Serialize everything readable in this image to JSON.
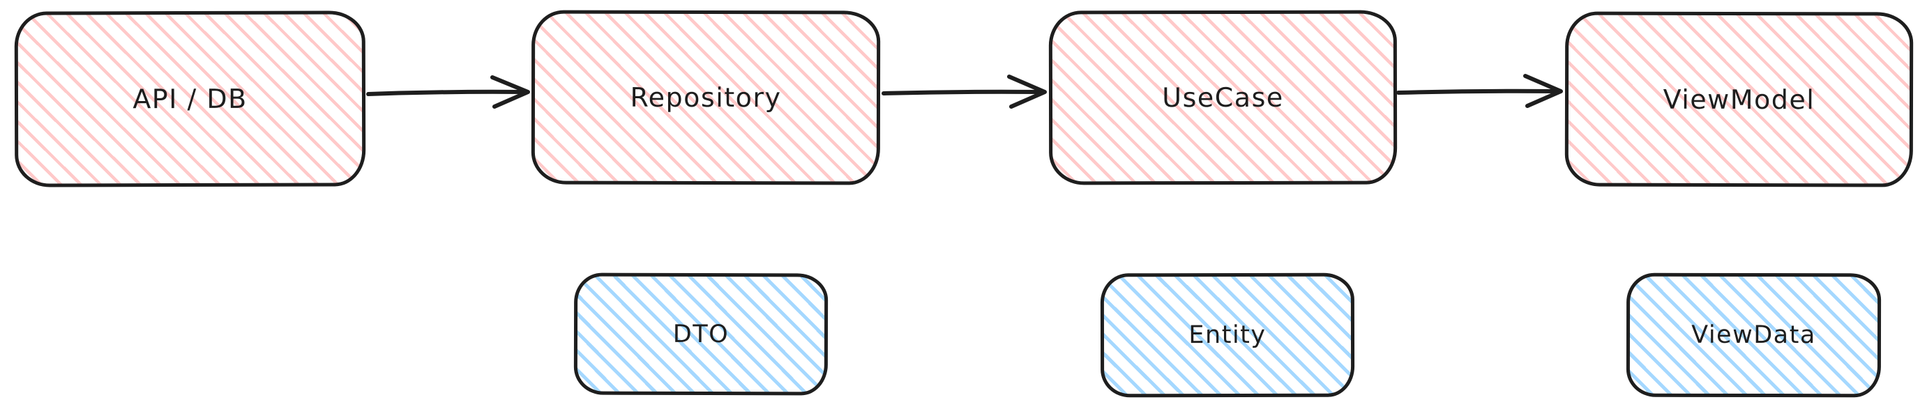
{
  "diagram": {
    "background_color": "#ffffff",
    "stroke_color": "#1e1e1e",
    "red_fill": "#ffc9c9",
    "blue_fill": "#a5d8ff",
    "flow_nodes": [
      {
        "id": "api-db",
        "label": "API / DB",
        "fill": "#ffc9c9"
      },
      {
        "id": "repository",
        "label": "Repository",
        "fill": "#ffc9c9"
      },
      {
        "id": "usecase",
        "label": "UseCase",
        "fill": "#ffc9c9"
      },
      {
        "id": "viewmodel",
        "label": "ViewModel",
        "fill": "#ffc9c9"
      }
    ],
    "data_nodes": [
      {
        "id": "dto",
        "label": "DTO",
        "fill": "#a5d8ff"
      },
      {
        "id": "entity",
        "label": "Entity",
        "fill": "#a5d8ff"
      },
      {
        "id": "viewdata",
        "label": "ViewData",
        "fill": "#a5d8ff"
      }
    ],
    "edges": [
      {
        "from": "api-db",
        "to": "repository"
      },
      {
        "from": "repository",
        "to": "usecase"
      },
      {
        "from": "usecase",
        "to": "viewmodel"
      }
    ]
  }
}
